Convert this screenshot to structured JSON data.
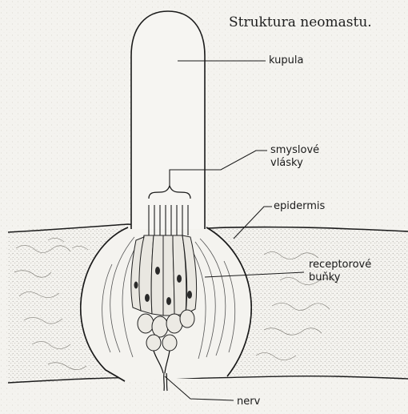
{
  "diagram": {
    "caption": "Struktura neomastu.",
    "labels": {
      "kupula": "kupula",
      "hairs_line1": "smyslové",
      "hairs_line2": "vlásky",
      "epidermis": "epidermis",
      "receptors_line1": "receptorové",
      "receptors_line2": "buňky",
      "nerve": "nerv"
    }
  }
}
